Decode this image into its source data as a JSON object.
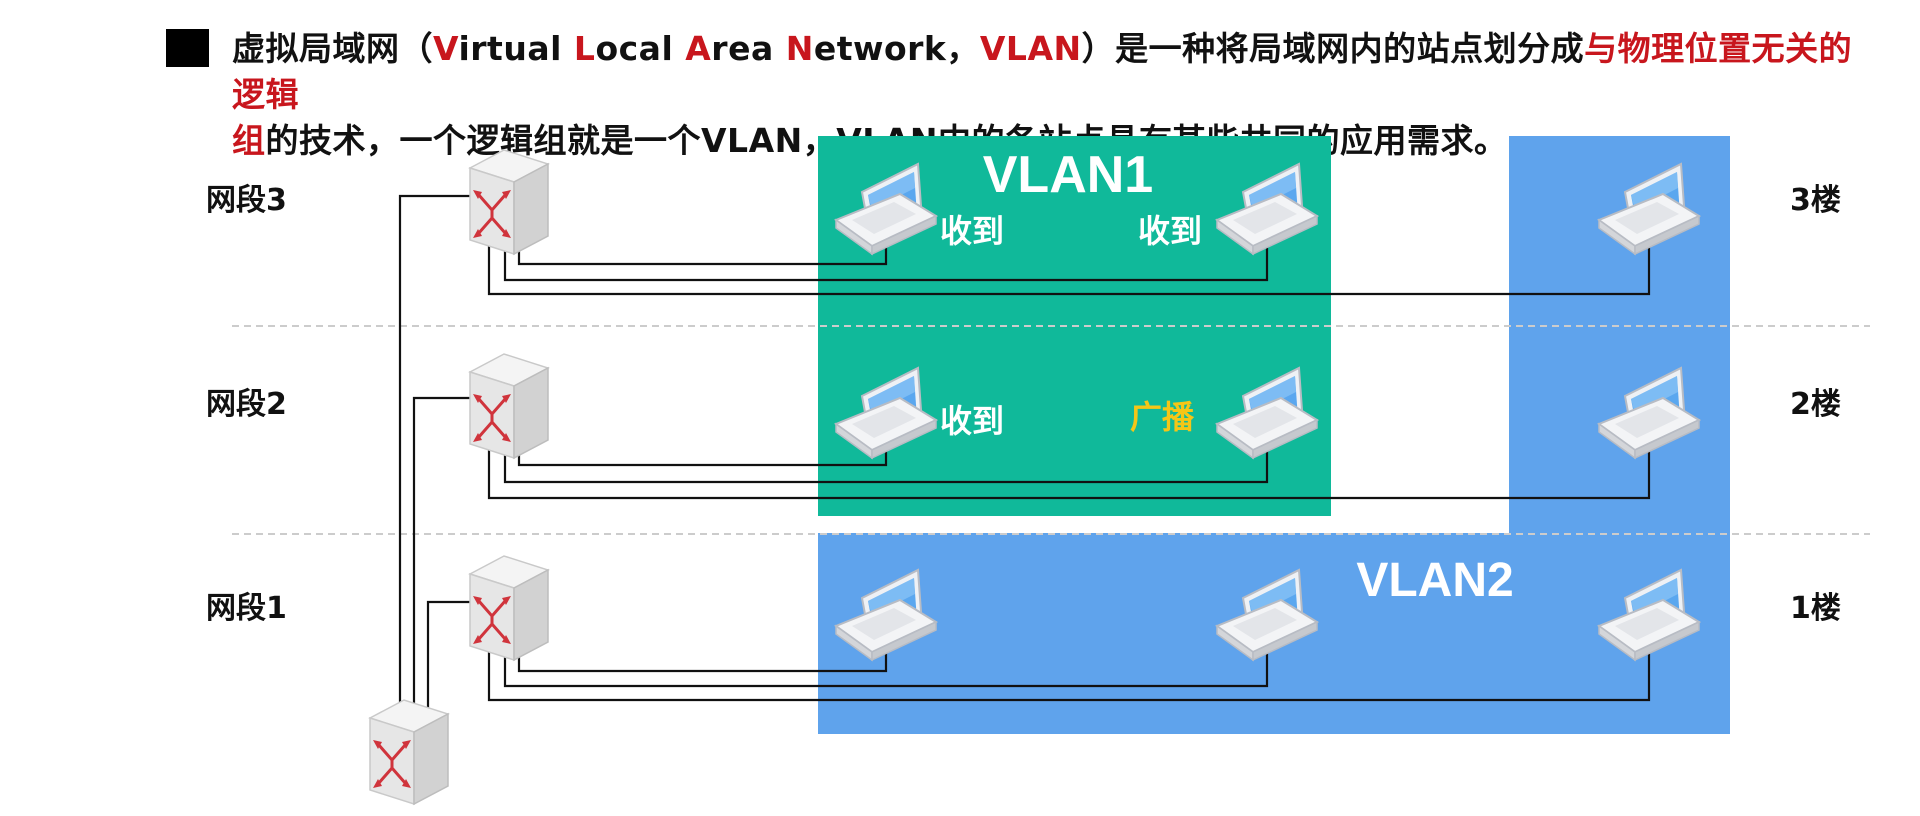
{
  "header": {
    "line1": [
      {
        "text": "虚拟局域网（",
        "red": false
      },
      {
        "text": "V",
        "red": true
      },
      {
        "text": "irtual ",
        "red": false
      },
      {
        "text": "L",
        "red": true
      },
      {
        "text": "ocal ",
        "red": false
      },
      {
        "text": "A",
        "red": true
      },
      {
        "text": "rea ",
        "red": false
      },
      {
        "text": "N",
        "red": true
      },
      {
        "text": "etwork，",
        "red": false
      },
      {
        "text": "VLAN",
        "red": true
      },
      {
        "text": "）是一种将局域网内的站点划分成",
        "red": false
      },
      {
        "text": "与物理位置无关的逻辑",
        "red": true
      }
    ],
    "line2": [
      {
        "text": "组",
        "red": true
      },
      {
        "text": "的技术，一个逻辑组就是一个VLAN，VLAN中的各站点具有某些共同的应用需求。",
        "red": false
      }
    ]
  },
  "segments": [
    "网段3",
    "网段2",
    "网段1"
  ],
  "floors": [
    "3楼",
    "2楼",
    "1楼"
  ],
  "vlan1": {
    "label": "VLAN1",
    "color": "#10b99a"
  },
  "vlan2": {
    "label": "VLAN2",
    "color": "#5fa3ec"
  },
  "callouts": {
    "received": "收到",
    "broadcast": "广播",
    "received_color": "#ffffff",
    "broadcast_color": "#f5c617"
  },
  "icons": {
    "switch": "switch-icon",
    "laptop": "laptop-icon"
  },
  "colors": {
    "switch_arrow": "#d0343c",
    "wire": "#111111",
    "divider": "#cccccc"
  }
}
